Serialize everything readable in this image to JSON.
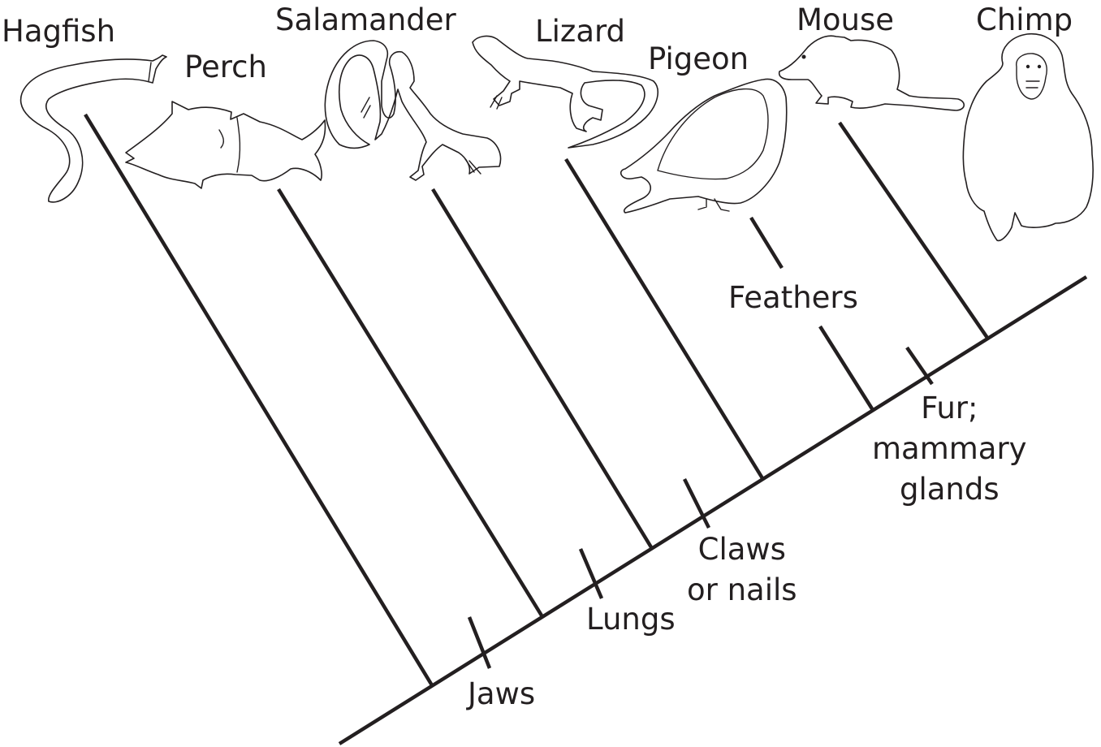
{
  "diagram": {
    "taxa": [
      {
        "key": "hagfish",
        "label": "Hagfish"
      },
      {
        "key": "perch",
        "label": "Perch"
      },
      {
        "key": "salamander",
        "label": "Salamander"
      },
      {
        "key": "lizard",
        "label": "Lizard"
      },
      {
        "key": "pigeon",
        "label": "Pigeon"
      },
      {
        "key": "mouse",
        "label": "Mouse"
      },
      {
        "key": "chimp",
        "label": "Chimp"
      }
    ],
    "traits": [
      {
        "key": "jaws",
        "lines": [
          "Jaws"
        ]
      },
      {
        "key": "lungs",
        "lines": [
          "Lungs"
        ]
      },
      {
        "key": "claws",
        "lines": [
          "Claws",
          "or nails"
        ]
      },
      {
        "key": "feathers",
        "lines": [
          "Feathers"
        ]
      },
      {
        "key": "fur",
        "lines": [
          "Fur;",
          "mammary",
          "glands"
        ]
      }
    ],
    "colors": {
      "ink": "#231f20",
      "background": "#ffffff"
    },
    "icons": [
      "hagfish-silhouette",
      "perch-silhouette",
      "salamander-silhouette",
      "lizard-silhouette",
      "pigeon-silhouette",
      "mouse-silhouette",
      "chimp-silhouette"
    ]
  }
}
